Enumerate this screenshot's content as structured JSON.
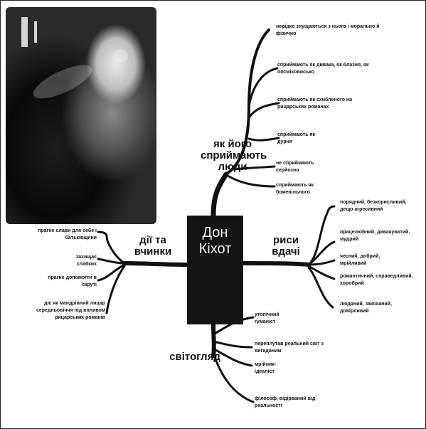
{
  "center": {
    "line1": "Дон",
    "line2": "Кіхот"
  },
  "branches": {
    "perception": {
      "title": "як його сприймають люди",
      "items": [
        "нерідко знущаються з нього і морально й фізично",
        "сприймають як дивака, як блазня, як посміховисько",
        "сприймають як схибленого на рицарських романах",
        "сприймають як дурня",
        "не сприймають серйозно",
        "сприймають як божевільного"
      ]
    },
    "actions": {
      "title": "дії та вчинки",
      "items": [
        "прагне слави для себе і батьківщини",
        "захищає слабких",
        "прагне допомогти в скруті",
        "діє як мандрівний лицар середньовіччя під впливом рицарських романів"
      ]
    },
    "traits": {
      "title": "риси вдачі",
      "items": [
        "порядний, безкорисливий, дещо агресивний",
        "працелюбний, дивакуватий, мудрий",
        "чесний, добрий, мрійливий",
        "романтичний, справедливий, хоробрий",
        "людяний, закоханий, довірливий"
      ]
    },
    "worldview": {
      "title": "світогляд",
      "items": [
        "утопічний гуманіст",
        "переплутав реальний світ з вигаданим",
        "мрійник-ідеаліст",
        "філософ, відірваний від реальності"
      ]
    }
  },
  "colors": {
    "ink": "#111111",
    "center_box": "#141414",
    "center_text": "#f0f0f0"
  }
}
